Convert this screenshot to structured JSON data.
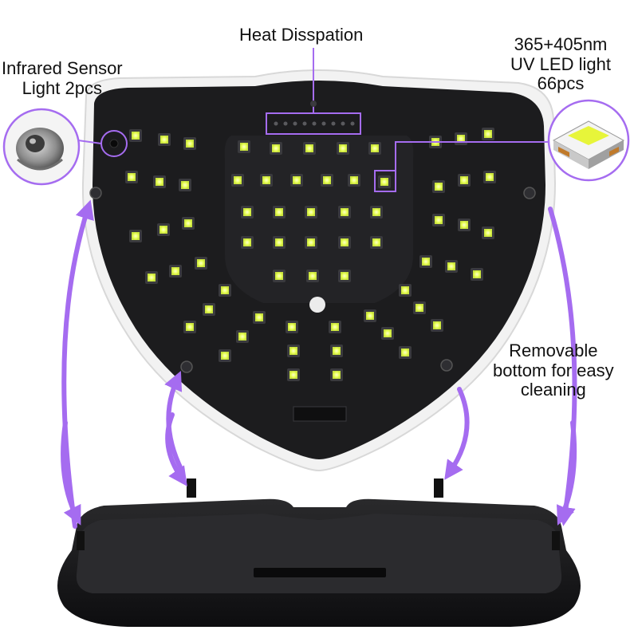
{
  "annotations": {
    "heat_dissipation": "Heat Disspation",
    "infrared_sensor": [
      "Infrared Sensor",
      "Light 2pcs"
    ],
    "uv_led": [
      "365+405nm",
      "UV LED light",
      "66pcs"
    ],
    "removable_bottom": [
      "Removable",
      "bottom for easy",
      "cleaning"
    ]
  },
  "colors": {
    "accent": "#a56cf0",
    "lamp_body": "#1c1c1e",
    "led_glow": "#eaff5a",
    "background": "#ffffff"
  },
  "icons": [
    "infrared-sensor-closeup-icon",
    "uv-led-chip-closeup-icon",
    "arrow-icon"
  ]
}
